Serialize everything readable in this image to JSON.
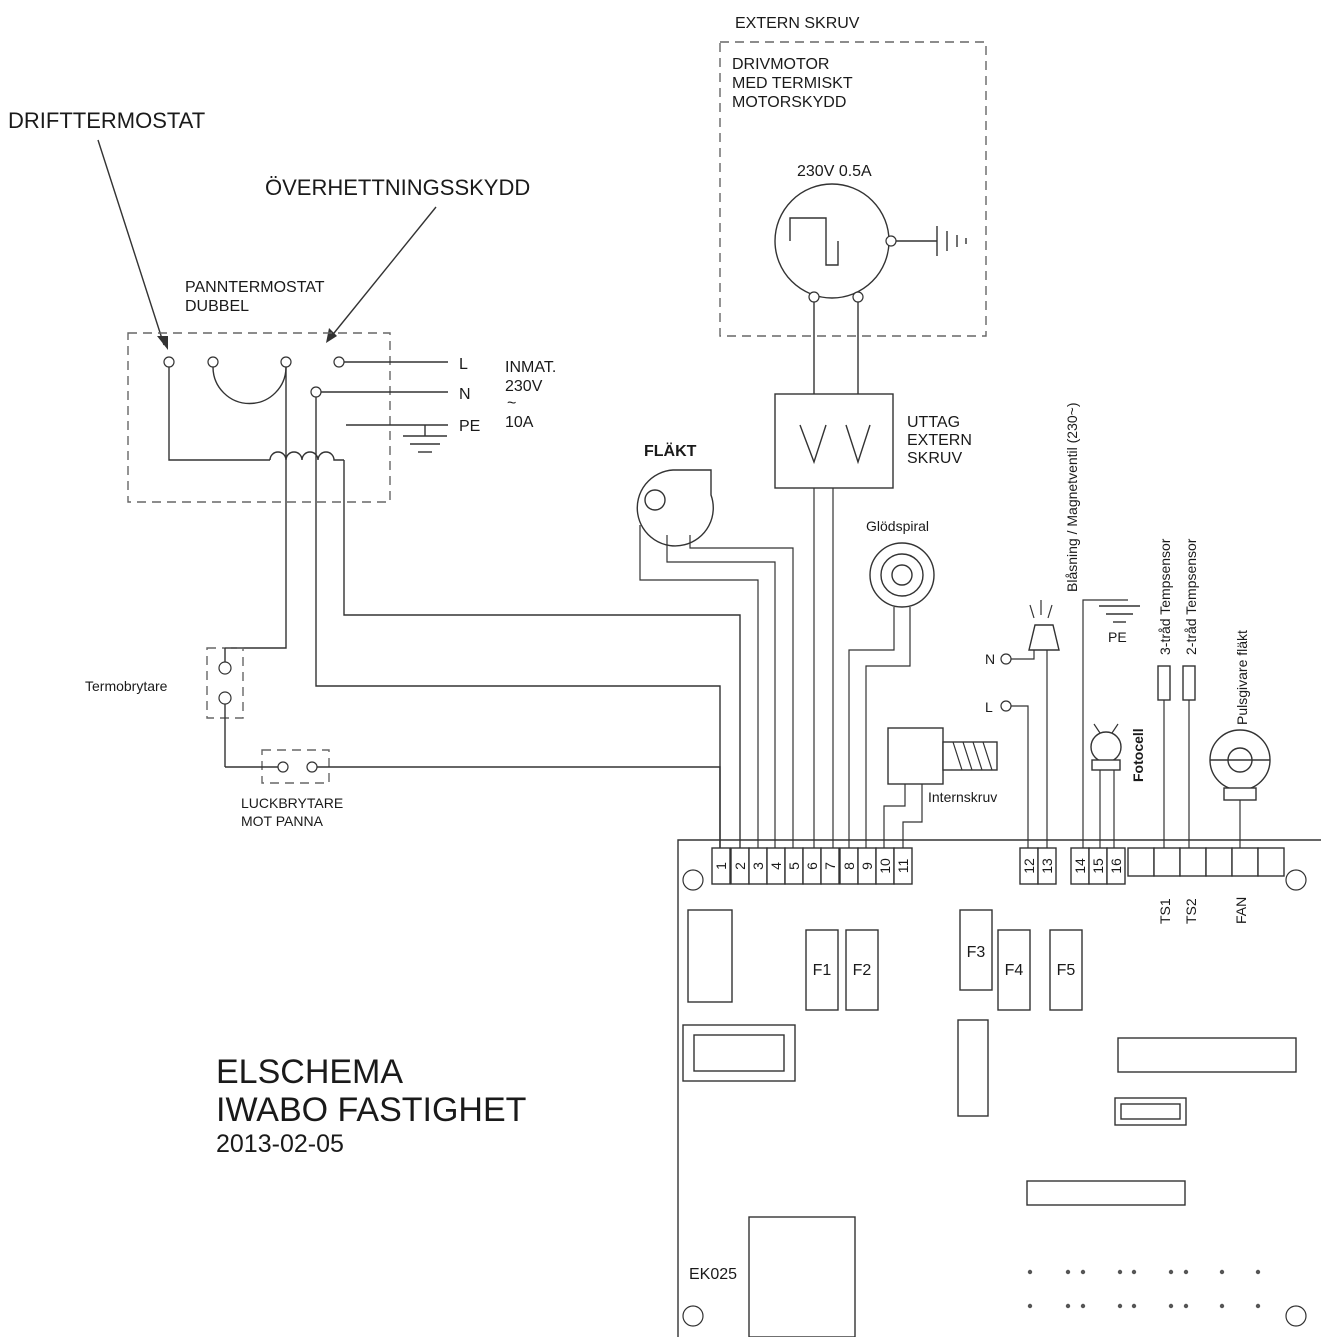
{
  "labels": {
    "extern_skruv": "EXTERN SKRUV",
    "drivmotor_1": "DRIVMOTOR",
    "drivmotor_2": "MED TERMISKT",
    "drivmotor_3": "MOTORSKYDD",
    "motor_rating": "230V 0.5A",
    "drifttermostat": "DRIFTTERMOSTAT",
    "overhettningsskydd": "ÖVERHETTNINGSSKYDD",
    "panntermostat_1": "PANNTERMOSTAT",
    "panntermostat_2": "DUBBEL",
    "line_L": "L",
    "line_N": "N",
    "line_PE": "PE",
    "inmat_1": "INMAT.",
    "inmat_2": "230V",
    "inmat_3": "~",
    "inmat_4": "10A",
    "uttag_1": "UTTAG",
    "uttag_2": "EXTERN",
    "uttag_3": "SKRUV",
    "flakt": "FLÄKT",
    "glodspiral": "Glödspiral",
    "blasning": "Blåsning / Magnetventil (230~)",
    "n_terminal": "N",
    "l_terminal": "L",
    "pe_board": "PE",
    "tempsensor_3": "3-tråd Tempsensor",
    "tempsensor_2": "2-tråd Tempsensor",
    "pulsgivare": "Pulsgivare fläkt",
    "fotocell": "Fotocell",
    "termobrytare": "Termobrytare",
    "internskruv": "Internskruv",
    "luckbrytare_1": "LUCKBRYTARE",
    "luckbrytare_2": "MOT PANNA",
    "ts1": "TS1",
    "ts2": "TS2",
    "fan": "FAN",
    "board_id": "EK025"
  },
  "fuses": [
    "F1",
    "F2",
    "F3",
    "F4",
    "F5"
  ],
  "terminals": [
    "1",
    "2",
    "3",
    "4",
    "5",
    "6",
    "7",
    "8",
    "9",
    "10",
    "11",
    "12",
    "13",
    "14",
    "15",
    "16"
  ],
  "title": {
    "line1": "ELSCHEMA",
    "line2": "IWABO FASTIGHET",
    "date": "2013-02-05"
  }
}
